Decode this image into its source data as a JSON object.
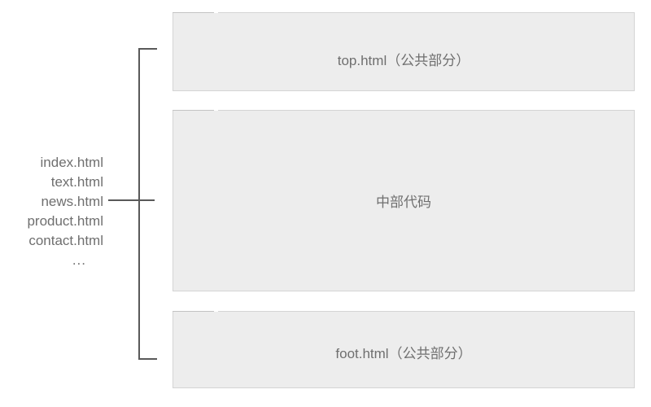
{
  "file_list": {
    "items": [
      "index.html",
      "text.html",
      "news.html",
      "product.html",
      "contact.html",
      "..."
    ],
    "connected_item": "news.html"
  },
  "boxes": [
    {
      "id": "top",
      "label": "top.html（公共部分）"
    },
    {
      "id": "middle",
      "label": "中部代码"
    },
    {
      "id": "bottom",
      "label": "foot.html（公共部分）"
    }
  ],
  "colors": {
    "background": "#ffffff",
    "box_fill": "#ededed",
    "box_border": "#d4d4d4",
    "box_border_dark": "#c3c3c3",
    "text": "#6f6f6f",
    "line": "#595959"
  }
}
